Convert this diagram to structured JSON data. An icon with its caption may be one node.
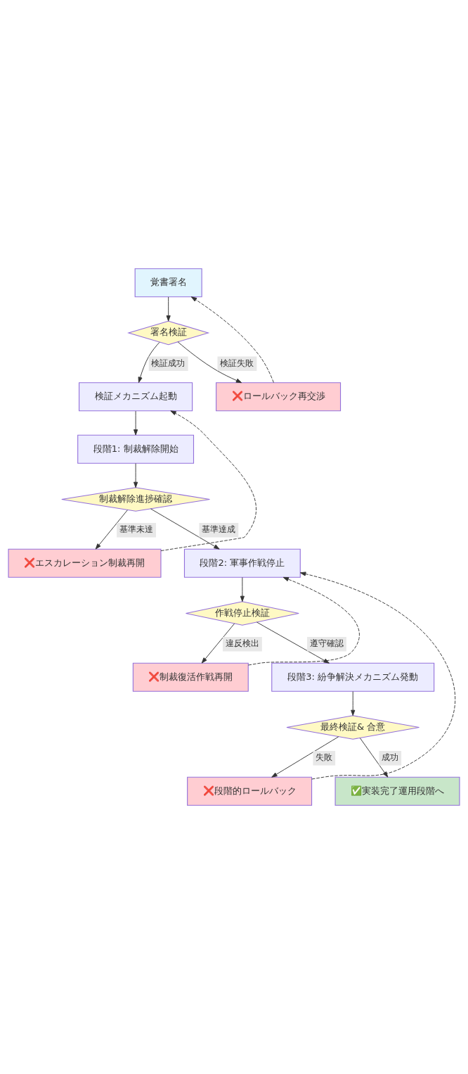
{
  "diagram": {
    "nodes": [
      {
        "text": [
          "覚書署名"
        ]
      },
      {
        "text": [
          "署名検証"
        ]
      },
      {
        "text": [
          "検証メカニズム起動"
        ]
      },
      {
        "text": [
          "❌ロールバック再交渉"
        ]
      },
      {
        "text": [
          "段階1: 制裁解除開始"
        ]
      },
      {
        "text": [
          "制裁解除進捗確認"
        ]
      },
      {
        "text": [
          "❌エスカレーション制裁再開"
        ]
      },
      {
        "text": [
          "段階2: 軍事作戦停止"
        ]
      },
      {
        "text": [
          "作戦停止検証"
        ]
      },
      {
        "text": [
          "❌制裁復活作戦再開"
        ]
      },
      {
        "text": [
          "段階3: 紛争解決メカニズム発動"
        ]
      },
      {
        "text": [
          "最終検証& 合意"
        ]
      },
      {
        "text": [
          "❌段階的ロールバック"
        ]
      },
      {
        "text": [
          "✅実装完了運用段階へ"
        ]
      }
    ],
    "edges": [
      {
        "from": 0,
        "to": 1,
        "arrow": "to"
      },
      {
        "from": 1,
        "to": 2,
        "arrow": "to",
        "label": "検証成功"
      },
      {
        "from": 1,
        "to": 3,
        "arrow": "to",
        "label": "検証失敗"
      },
      {
        "from": 3,
        "to": 0,
        "arrow": "to",
        "style": "dashed"
      },
      {
        "from": 2,
        "to": 4,
        "arrow": "to"
      },
      {
        "from": 4,
        "to": 5,
        "arrow": "to"
      },
      {
        "from": 5,
        "to": 6,
        "arrow": "to",
        "label": "基準未達"
      },
      {
        "from": 5,
        "to": 7,
        "arrow": "to",
        "label": "基準達成"
      },
      {
        "from": 6,
        "to": 2,
        "arrow": "to",
        "style": "dashed"
      },
      {
        "from": 7,
        "to": 8,
        "arrow": "to"
      },
      {
        "from": 8,
        "to": 9,
        "arrow": "to",
        "label": "違反検出"
      },
      {
        "from": 8,
        "to": 10,
        "arrow": "to",
        "label": "遵守確認"
      },
      {
        "from": 9,
        "to": 7,
        "arrow": "to",
        "style": "dashed"
      },
      {
        "from": 10,
        "to": 11,
        "arrow": "to"
      },
      {
        "from": 11,
        "to": 12,
        "arrow": "to",
        "label": "失敗"
      },
      {
        "from": 11,
        "to": 13,
        "arrow": "to",
        "label": "成功"
      },
      {
        "from": 12,
        "to": 7,
        "arrow": "to",
        "style": "dashed"
      }
    ]
  }
}
